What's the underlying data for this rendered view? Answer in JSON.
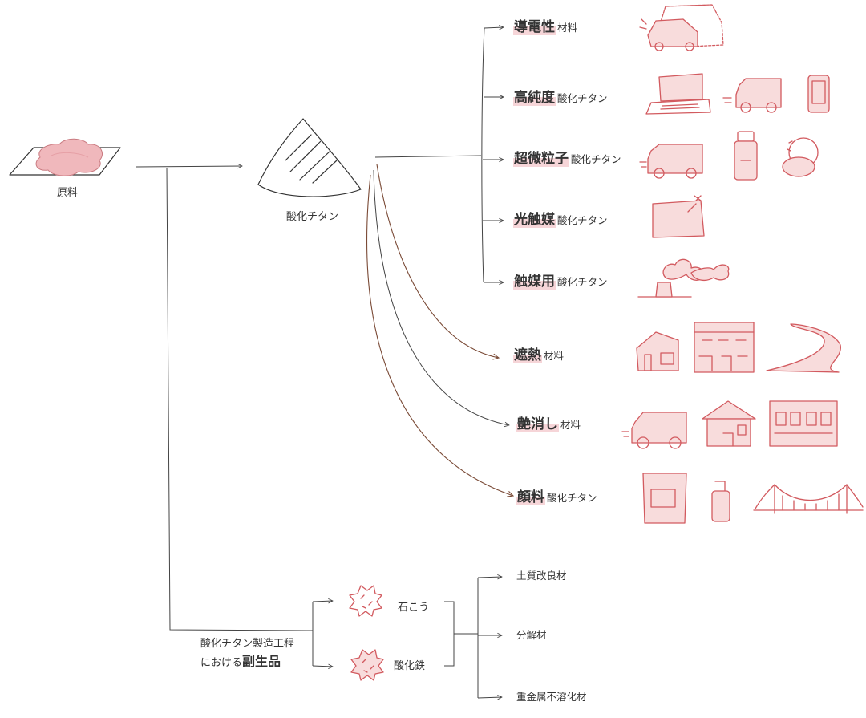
{
  "raw_material": {
    "label": "原料"
  },
  "titanium_oxide": {
    "label": "酸化チタン"
  },
  "products": [
    {
      "highlight": "導電性",
      "suffix": "材料"
    },
    {
      "highlight": "高純度",
      "suffix": "酸化チタン"
    },
    {
      "highlight": "超微粒子",
      "suffix": "酸化チタン"
    },
    {
      "highlight": "光触媒",
      "suffix": "酸化チタン"
    },
    {
      "highlight": "触媒用",
      "suffix": "酸化チタン"
    },
    {
      "highlight": "遮熱",
      "suffix": "材料"
    },
    {
      "highlight": "艶消し",
      "suffix": "材料"
    },
    {
      "highlight": "顔料",
      "suffix": "酸化チタン"
    }
  ],
  "byproduct": {
    "line1": "酸化チタン製造工程",
    "line2_prefix": "における",
    "line2_bold": "副生品"
  },
  "byproducts": [
    {
      "label": "石こう"
    },
    {
      "label": "酸化鉄"
    }
  ],
  "uses": [
    {
      "label": "土質改良材"
    },
    {
      "label": "分解材"
    },
    {
      "label": "重金属不溶化材"
    }
  ],
  "colors": {
    "accent": "#d25a5f",
    "highlight": "#f6d5d8",
    "brown_arrow": "#7a4a36",
    "line": "#444444"
  },
  "icons": [
    "raw-material-pile-icon",
    "titanium-oxide-pile-icon",
    "car-icon",
    "laptop-icon",
    "van-icon",
    "smartphone-icon",
    "sunscreen-icon",
    "compact-mirror-icon",
    "window-glass-icon",
    "factory-chimney-icon",
    "house-icon",
    "building-icon",
    "road-icon",
    "school-building-icon",
    "paint-bag-icon",
    "bottle-icon",
    "bridge-icon",
    "gypsum-particle-icon",
    "iron-oxide-particle-icon"
  ]
}
